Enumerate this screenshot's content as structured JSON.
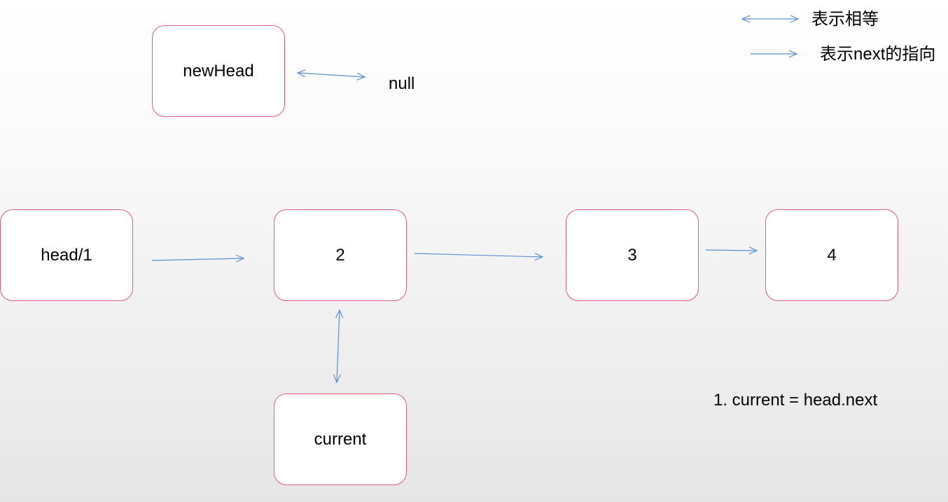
{
  "legend": {
    "equal_label": "表示相等",
    "next_label": "表示next的指向"
  },
  "nodes": {
    "new_head": "newHead",
    "head": "head/1",
    "n2": "2",
    "n3": "3",
    "n4": "4",
    "current": "current"
  },
  "null_label": "null",
  "step_note": "1. current = head.next",
  "colors": {
    "node_border": "#e0607a",
    "arrow": "#5b8fd6"
  }
}
